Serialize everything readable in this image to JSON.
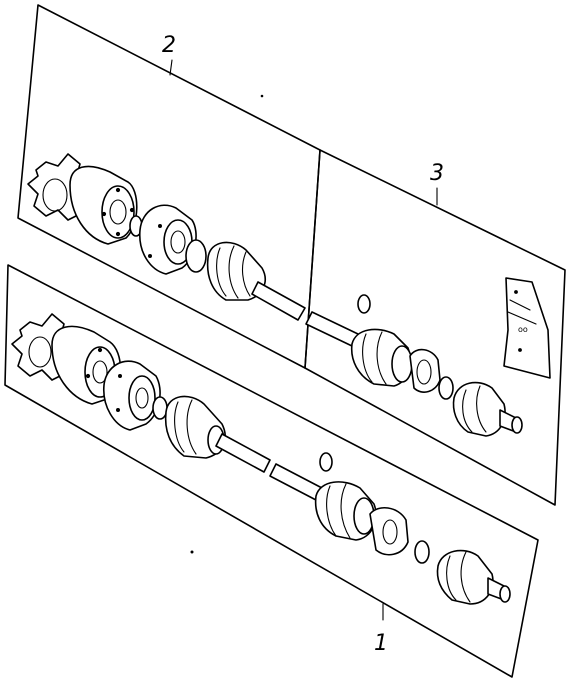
{
  "diagram": {
    "callouts": {
      "one": "1",
      "two": "2",
      "three": "3"
    },
    "colors": {
      "line": "#000000",
      "background": "#ffffff"
    },
    "panels": [
      {
        "callout_ref": "two",
        "content": "cv-axle-assembly-upper"
      },
      {
        "callout_ref": "three",
        "content": "outer-joint-kit"
      },
      {
        "callout_ref": "one",
        "content": "cv-axle-assembly-lower"
      }
    ]
  }
}
